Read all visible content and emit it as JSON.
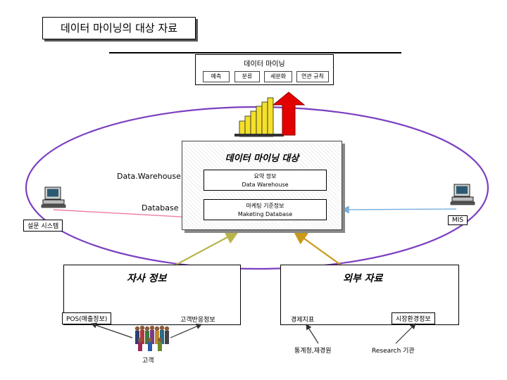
{
  "title": "데이터 마이닝의 대상 자료",
  "mining": {
    "title": "데이터 마이닝",
    "tasks": [
      "예측",
      "분류",
      "세분화",
      "연관 규칙"
    ]
  },
  "target": {
    "title": "데이터 마이닝 대상",
    "boxes": [
      {
        "line1": "요약 정보",
        "line2": "Data Warehouse"
      },
      {
        "line1": "마케팅 기준정보",
        "line2": "Maketing Database"
      }
    ]
  },
  "sources": {
    "data_warehouse": "Data.Warehouse",
    "database": "Database",
    "survey": "설문 시스템",
    "mis": "MIS"
  },
  "internal": {
    "title": "자사 정보",
    "pos": "POS(매출정보)",
    "response": "고객반응정보",
    "customer": "고객"
  },
  "external": {
    "title": "외부 자료",
    "economy": "경제지표",
    "market": "시장환경정보",
    "stats": "통계청,재경원",
    "research": "Research 기관"
  },
  "colors": {
    "ellipse": "#7b3fc0",
    "arrow_red": "#e30000",
    "arrow_olive": "#b9b54a",
    "arrow_gold": "#c99a19",
    "arrow_pink": "#f07aa8",
    "arrow_blue": "#7ab0e0"
  },
  "icons": [
    "computer-icon",
    "people-icon",
    "bar-steps-icon",
    "up-arrow-icon"
  ]
}
